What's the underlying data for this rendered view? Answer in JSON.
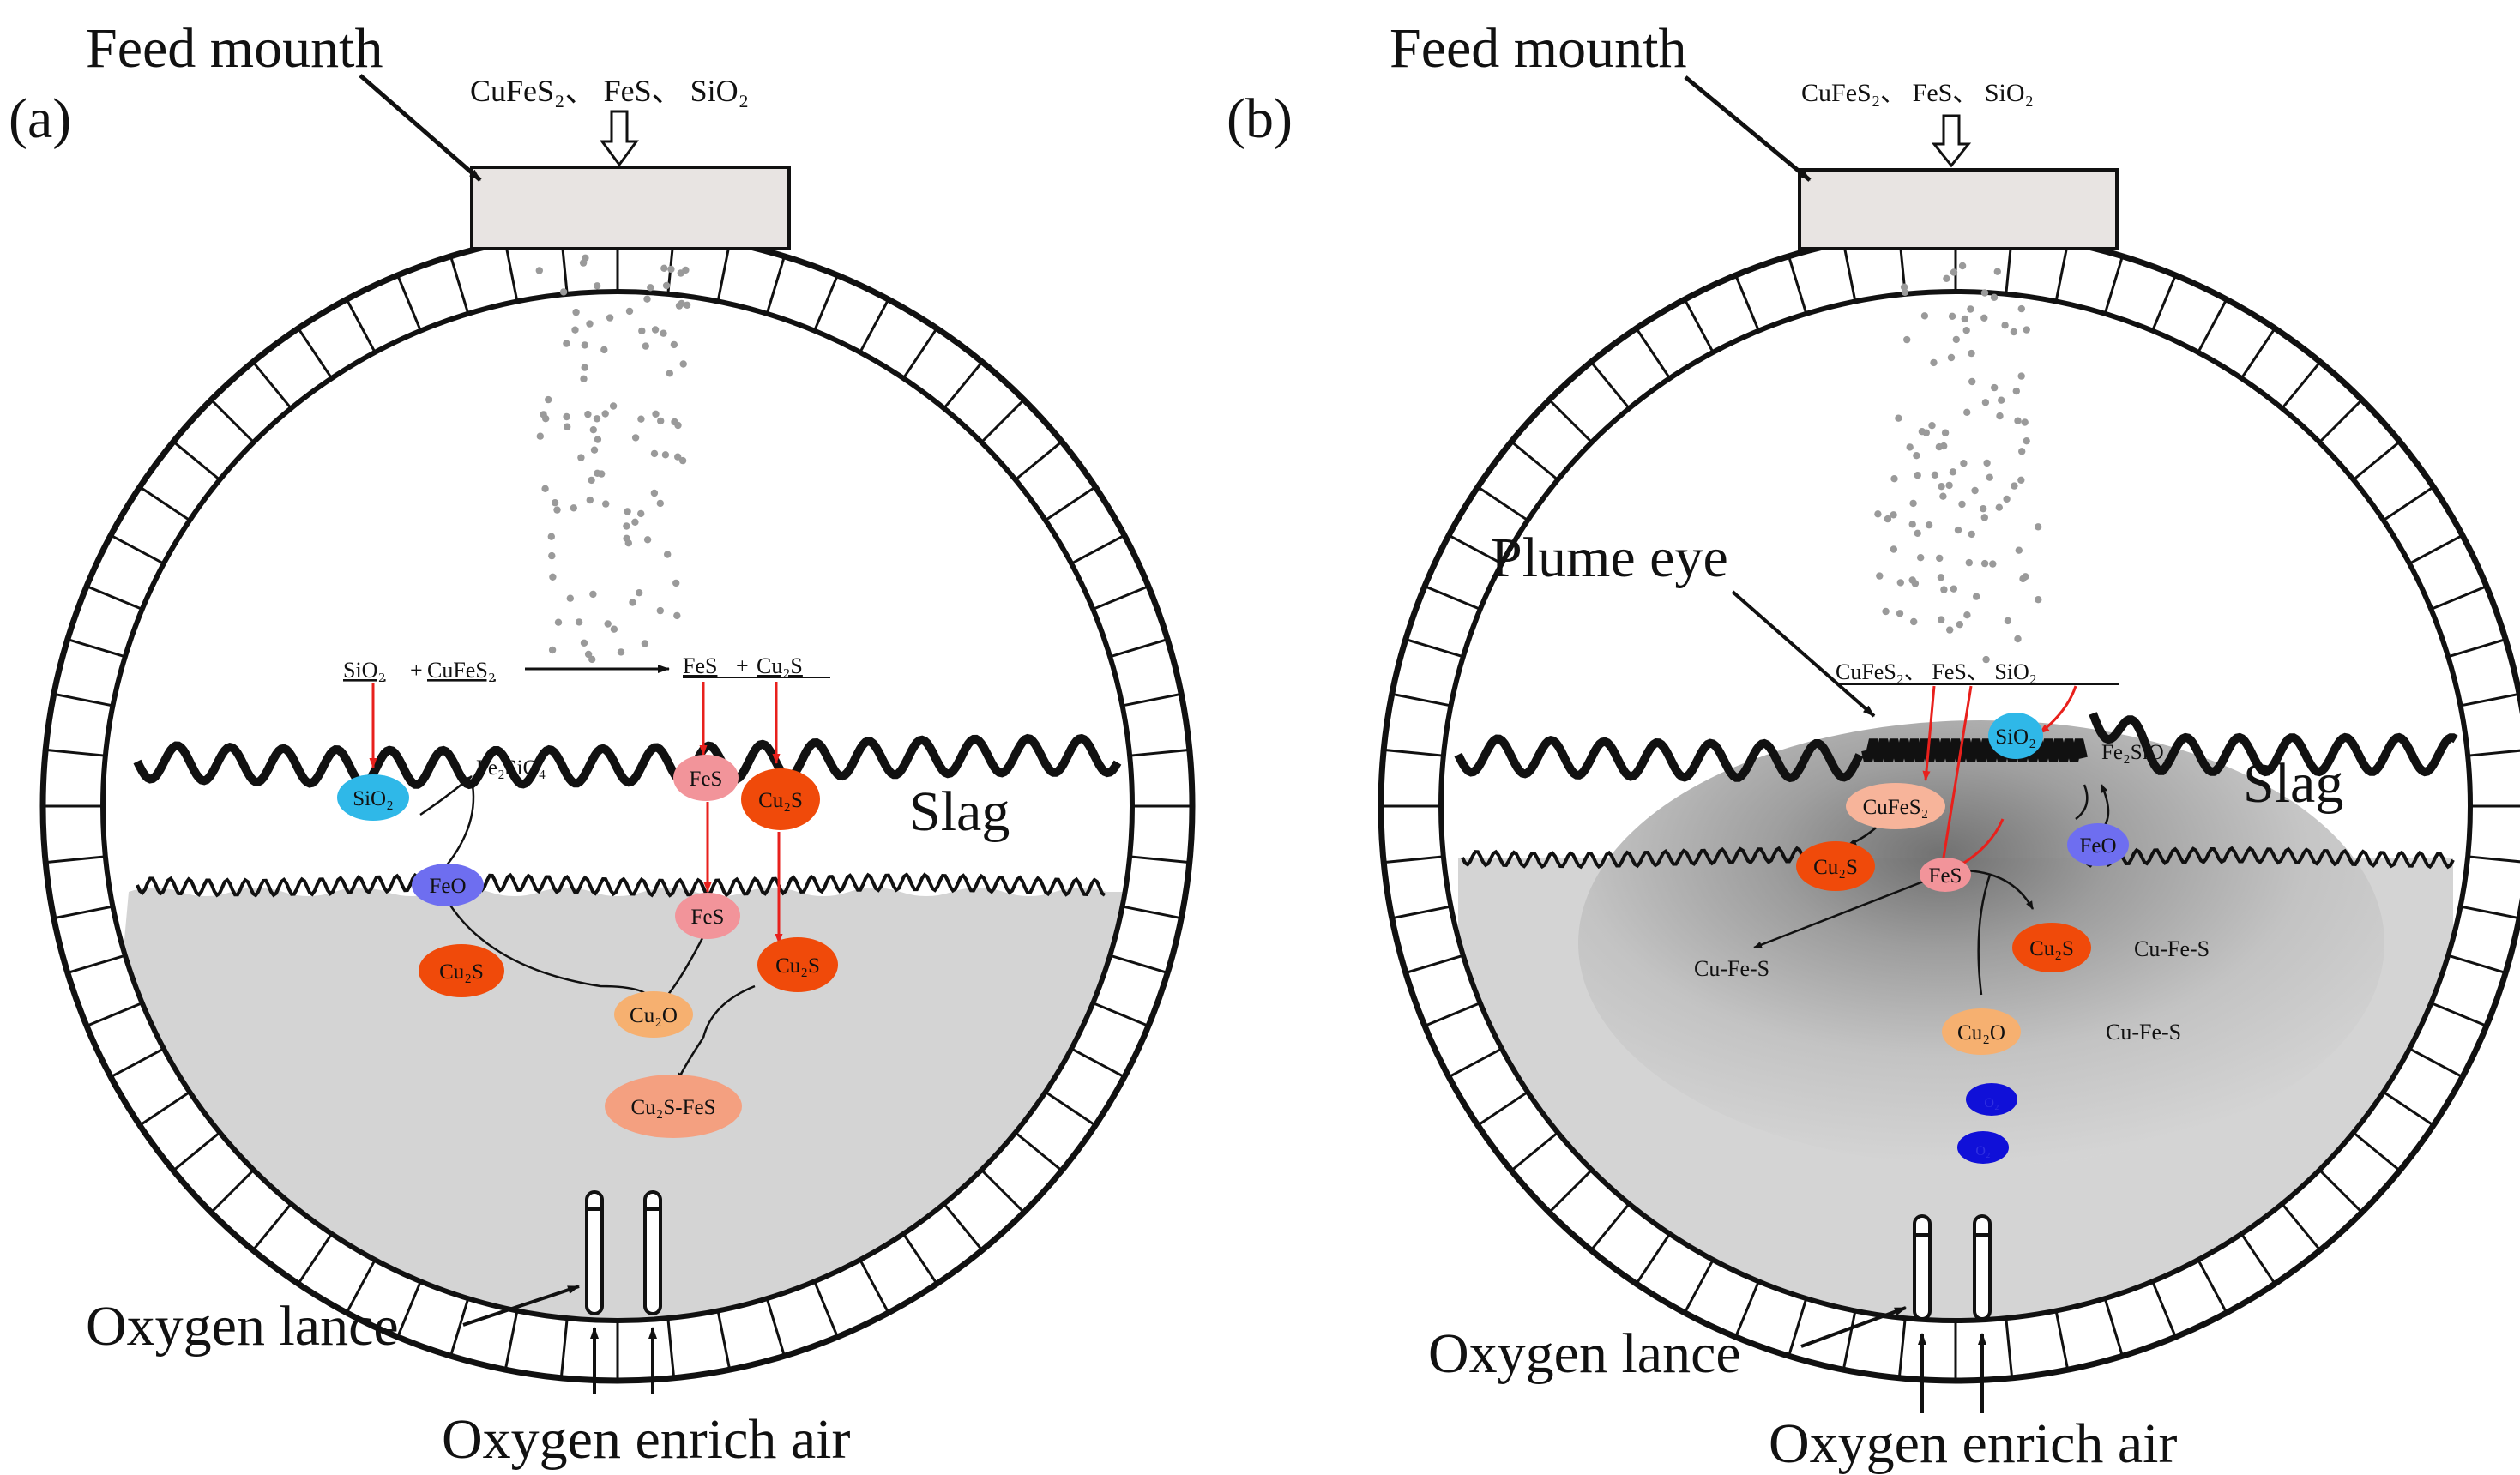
{
  "panels": [
    {
      "id": "a",
      "panel_label": "(a)",
      "feed_label": "Feed mounth",
      "feed_materials": "CuFeS₂、 FeS、 SiO₂",
      "slag_label": "Slag",
      "reaction_reactant_1": "SiO₂",
      "reaction_plus": "+",
      "reaction_reactant_2": "CuFeS₂",
      "reaction_product_1": "FeS",
      "reaction_product_2": "Cu₂S",
      "fe2sio4_label": "Fe₂SiO₄",
      "species": {
        "sio2": "SiO₂",
        "fes_slag": "FeS",
        "cu2s_slag": "Cu₂S",
        "feo": "FeO",
        "fes_matte": "FeS",
        "cu2s_left": "Cu₂S",
        "cu2o": "Cu₂O",
        "cu2s_right": "Cu₂S",
        "matte": "Cu₂S-FeS"
      },
      "lance_label": "Oxygen lance",
      "air_label": "Oxygen enrich air"
    },
    {
      "id": "b",
      "panel_label": "(b)",
      "feed_label": "Feed mounth",
      "feed_materials": "CuFeS₂、 FeS、 SiO₂",
      "plume_label": "Plume eye",
      "plume_materials": "CuFeS₂、 FeS、 SiO₂",
      "slag_label": "Slag",
      "fe2sio4_label": "Fe₂SiO₄",
      "species": {
        "sio2": "SiO₂",
        "cufes2": "CuFeS₂",
        "cu2s_left": "Cu₂S",
        "fes": "FeS",
        "feo": "FeO",
        "cu2s_right": "Cu₂S",
        "cu2o": "Cu₂O",
        "o2_1": "O₂",
        "o2_2": "O₂"
      },
      "cufes_labels": [
        "Cu-Fe-S",
        "Cu-Fe-S",
        "Cu-Fe-S"
      ],
      "lance_label": "Oxygen lance",
      "air_label": "Oxygen enrich air"
    }
  ],
  "colors": {
    "outline": "#111111",
    "molten_bath": "#d4d4d4",
    "feed_box": "#e8e4e2",
    "particles": "#9a9a9a",
    "sio2": "#2fb8e8",
    "feo": "#6e6ef0",
    "fes": "#f2949a",
    "cu2s": "#f04a0a",
    "cu2o": "#f6b070",
    "matte": "#f4a080",
    "cufes2": "#f7b49a",
    "o2": "#1010d8",
    "reaction_arrow": "#e8201c"
  }
}
